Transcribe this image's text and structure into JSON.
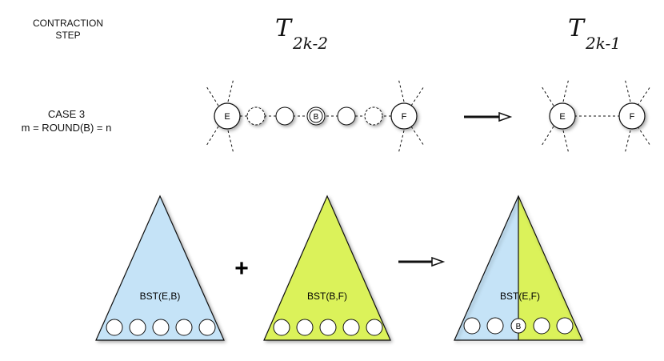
{
  "header": {
    "step_line1": "CONTRACTION",
    "step_line2": "STEP",
    "tree_left": {
      "main": "T",
      "sub": "2k-2"
    },
    "tree_right": {
      "main": "T",
      "sub": "2k-1"
    }
  },
  "case": {
    "line1": "CASE 3",
    "line2": "m = ROUND(B) = n"
  },
  "chain_before": {
    "left_node": "E",
    "middle_node": "B",
    "right_node": "F"
  },
  "chain_after": {
    "left_node": "E",
    "right_node": "F"
  },
  "triangles": {
    "left_label": "BST(E,B)",
    "plus": "+",
    "middle_label": "BST(B,F)",
    "result_label": "BST(E,F)",
    "result_node": "B"
  },
  "colors": {
    "blue": "#c5e3f7",
    "green": "#dbf25a"
  }
}
